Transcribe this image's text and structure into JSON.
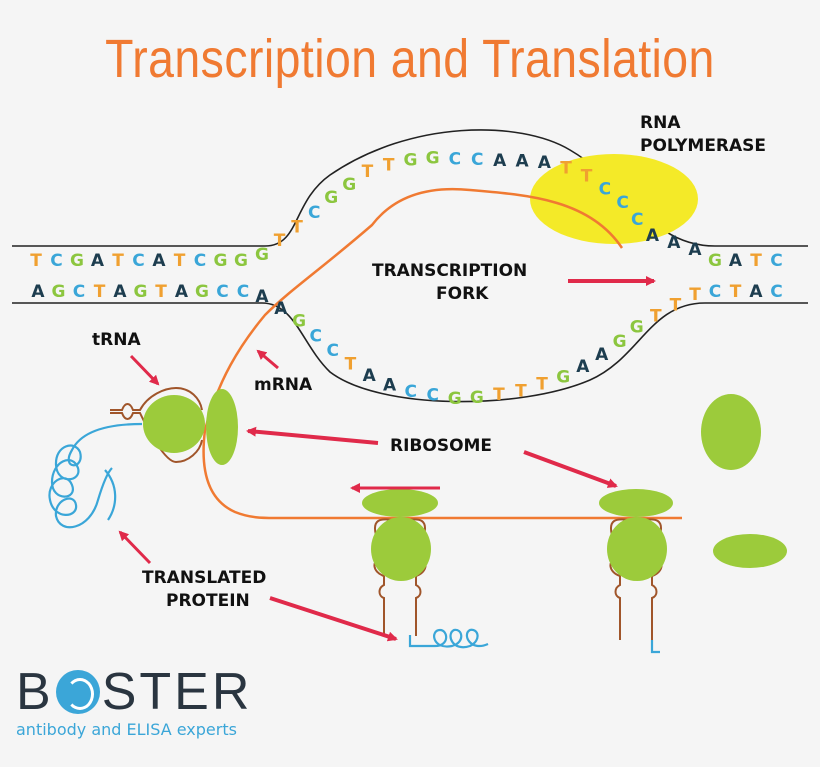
{
  "title": "Transcription and Translation",
  "colors": {
    "title": "#f07a32",
    "mrna": "#f07a32",
    "ribosome": "#9ccb3b",
    "polymerase": "#f4ea28",
    "arrow": "#e02a4a",
    "protein": "#3aa6d8",
    "trna": "#a0552a",
    "A": "#1d3d4f",
    "T": "#f0a030",
    "C": "#3aa6d8",
    "G": "#8cc63f"
  },
  "labels": {
    "rna_polymerase_line1": "RNA",
    "rna_polymerase_line2": "POLYMERASE",
    "transcription_fork_line1": "TRANSCRIPTION",
    "transcription_fork_line2": "FORK",
    "trna": "tRNA",
    "mrna": "mRNA",
    "ribosome": "RIBOSOME",
    "translated_protein_line1": "TRANSLATED",
    "translated_protein_line2": "PROTEIN"
  },
  "dna": {
    "top_left": "TCGATCATCGG",
    "top_bubble": "GTTCGGTTGGCCAAATTCCCAAA",
    "top_right": "GATC",
    "bottom_left": "AGCTAGTAGCC",
    "bottom_bubble": "AAGCCTAACCGGTTTGAAGGTTT",
    "bottom_right": "CTAC"
  },
  "logo": {
    "letter_b": "B",
    "letters_ster": "STER",
    "tagline": "antibody and ELISA experts"
  }
}
